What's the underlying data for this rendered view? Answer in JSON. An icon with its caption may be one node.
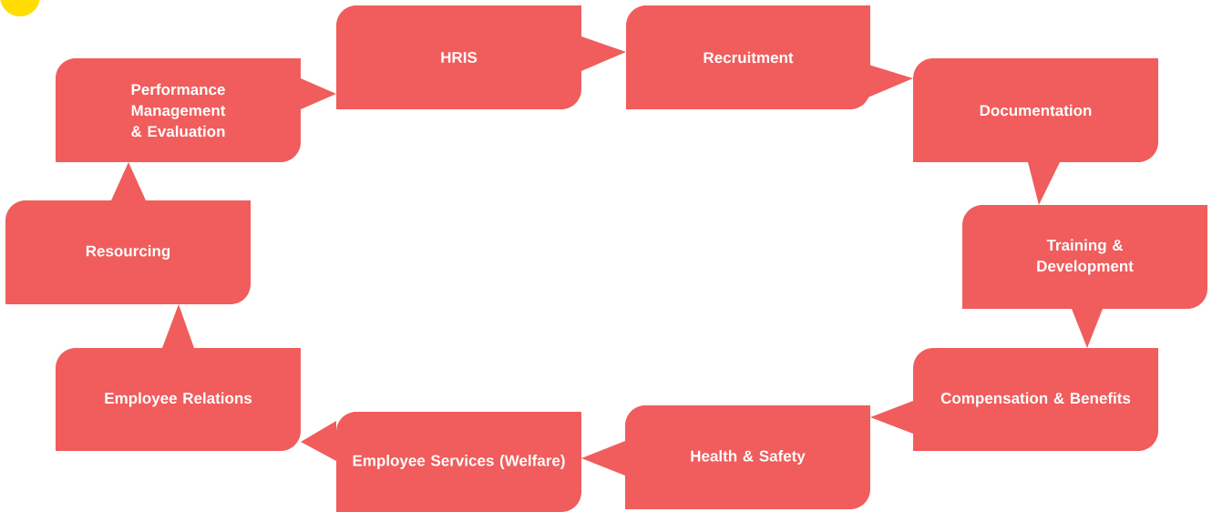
{
  "diagram": {
    "nodes": [
      {
        "text": [
          "Performance Management & Evaluation"
        ]
      },
      {
        "text": [
          "HRIS"
        ]
      },
      {
        "text": [
          "Recruitment"
        ]
      },
      {
        "text": [
          "Documentation"
        ]
      },
      {
        "text": [
          "Training & Development"
        ]
      },
      {
        "text": [
          "Compensation & Benefits"
        ]
      },
      {
        "text": [
          "Health & Safety"
        ]
      },
      {
        "text": [
          "Employee Services (Welfare)"
        ]
      },
      {
        "text": [
          "Employee Relations"
        ]
      },
      {
        "text": [
          "Resourcing"
        ]
      }
    ],
    "edges": [
      {
        "from": 0,
        "to": 1,
        "arrow": "to"
      },
      {
        "from": 1,
        "to": 2,
        "arrow": "to"
      },
      {
        "from": 2,
        "to": 3,
        "arrow": "to"
      },
      {
        "from": 3,
        "to": 4,
        "arrow": "to"
      },
      {
        "from": 4,
        "to": 5,
        "arrow": "to"
      },
      {
        "from": 5,
        "to": 6,
        "arrow": "to"
      },
      {
        "from": 6,
        "to": 7,
        "arrow": "to"
      },
      {
        "from": 7,
        "to": 8,
        "arrow": "to"
      },
      {
        "from": 8,
        "to": 9,
        "arrow": "to"
      },
      {
        "from": 9,
        "to": 0,
        "arrow": "to"
      }
    ]
  }
}
